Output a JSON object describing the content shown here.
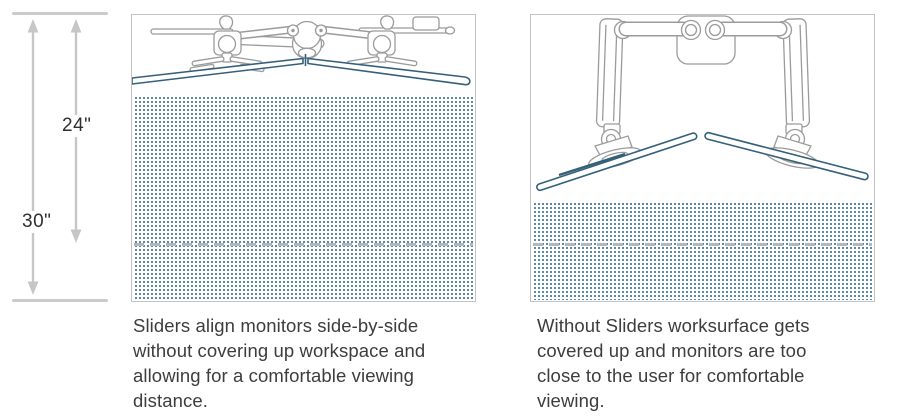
{
  "measurements": {
    "inner": "24\"",
    "outer": "30\""
  },
  "panels": {
    "with_sliders": {
      "caption": "Sliders align monitors side-by-side\nwithout covering up workspace and\nallowing for a comfortable viewing\ndistance."
    },
    "without_sliders": {
      "caption": "Without Sliders worksurface gets\ncovered up and monitors are too\nclose to the user for comfortable\nviewing."
    }
  },
  "colors": {
    "line_art": "#9b9b9b",
    "monitor_outline": "#35607a",
    "workspace_dots": "#4d7fa6",
    "dashed_line": "#b6b6b6",
    "panel_border": "#c2c2c2",
    "dimension_arrows": "#c6c6c6",
    "text": "#3d3d3d"
  },
  "icons": {
    "left_diagram": "monitor-arm-with-sliders-top-view",
    "right_diagram": "monitor-arm-without-sliders-top-view",
    "dimension": "vertical-dimension-arrows"
  }
}
